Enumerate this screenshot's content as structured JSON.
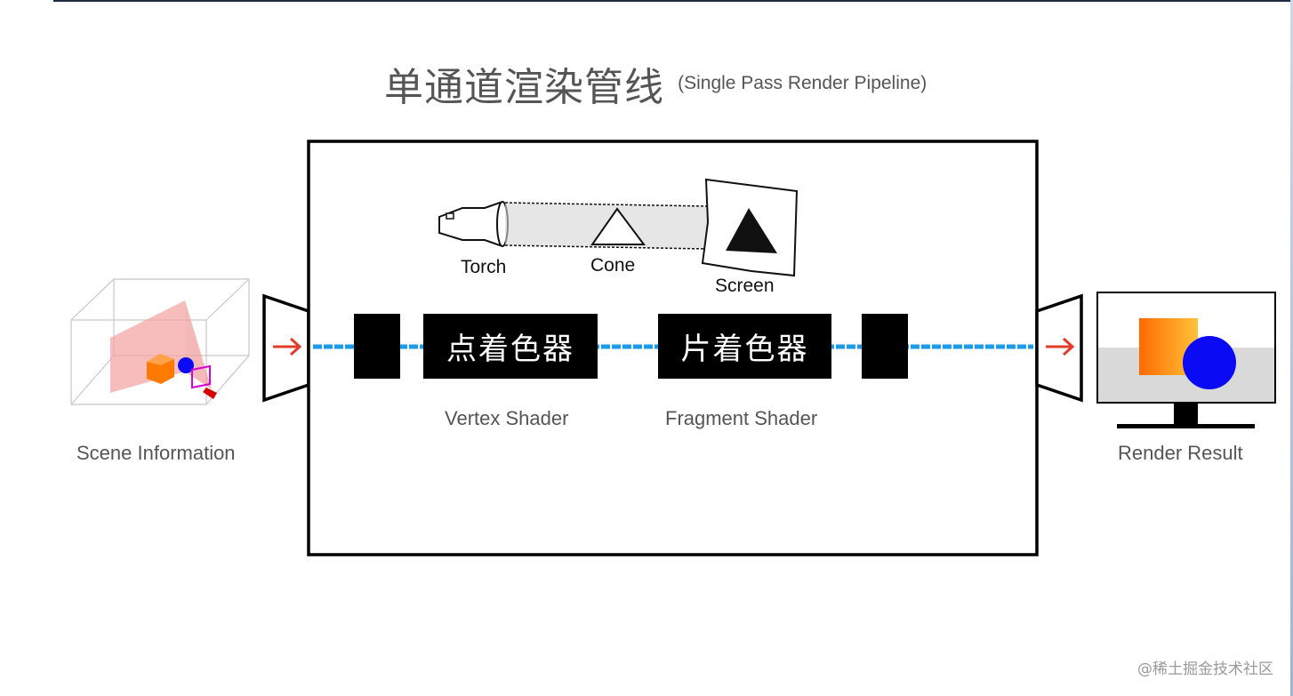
{
  "title": {
    "main": "单通道渲染管线",
    "sub": "(Single Pass Render Pipeline)"
  },
  "scene": {
    "label": "Scene Information"
  },
  "result": {
    "label": "Render Result"
  },
  "sketch": {
    "torch": "Torch",
    "cone": "Cone",
    "screen": "Screen"
  },
  "stages": [
    {
      "cn": "点着色器",
      "en": "Vertex Shader"
    },
    {
      "cn": "片着色器",
      "en": "Fragment Shader"
    }
  ],
  "watermark": "@稀土掘金技术社区",
  "colors": {
    "beam": "#1e9be6",
    "arrow": "#e23b2a",
    "cube": "#ff7a00",
    "sphere": "#0a0af5",
    "frustum": "#f4a7a7",
    "sketch": "#111111"
  }
}
